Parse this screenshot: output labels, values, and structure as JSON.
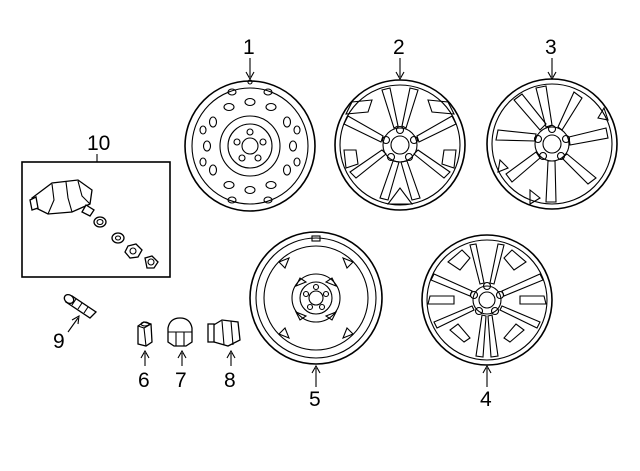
{
  "callouts": [
    {
      "id": "1",
      "part": "steel-wheel"
    },
    {
      "id": "2",
      "part": "alloy-wheel-a"
    },
    {
      "id": "3",
      "part": "alloy-wheel-b"
    },
    {
      "id": "4",
      "part": "alloy-wheel-c"
    },
    {
      "id": "5",
      "part": "spare-wheel"
    },
    {
      "id": "6",
      "part": "lug-nut-open"
    },
    {
      "id": "7",
      "part": "lug-nut-capped"
    },
    {
      "id": "8",
      "part": "lug-nut-washer"
    },
    {
      "id": "9",
      "part": "valve-stem"
    },
    {
      "id": "10",
      "part": "tpms-sensor-kit"
    }
  ],
  "colors": {
    "line": "#000000",
    "background": "#ffffff"
  }
}
